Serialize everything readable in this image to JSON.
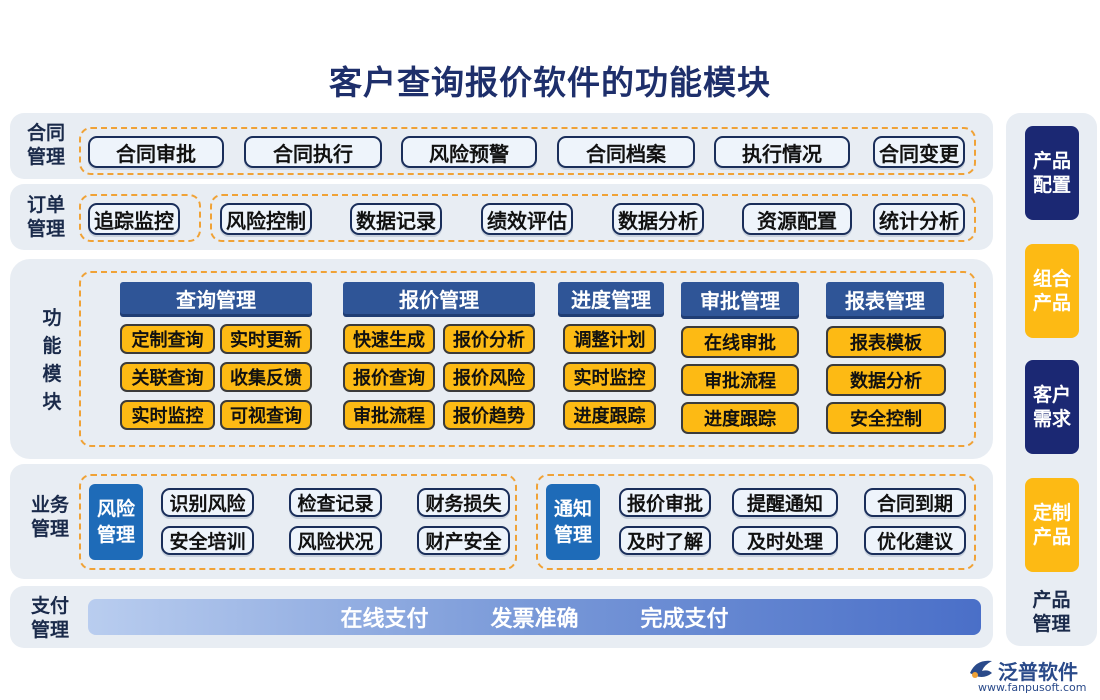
{
  "title": "客户查询报价软件的功能模块",
  "rows": {
    "contract": {
      "label": "合同\n管理",
      "items": [
        "合同审批",
        "合同执行",
        "风险预警",
        "合同档案",
        "执行情况",
        "合同变更"
      ]
    },
    "order": {
      "label": "订单\n管理",
      "first": "追踪监控",
      "items": [
        "风险控制",
        "数据记录",
        "绩效评估",
        "数据分析",
        "资源配置",
        "统计分析"
      ]
    },
    "function": {
      "label": "功\n能\n模\n块",
      "groups": [
        {
          "head": "查询管理",
          "items": [
            "定制查询",
            "实时更新",
            "关联查询",
            "收集反馈",
            "实时监控",
            "可视查询"
          ]
        },
        {
          "head": "报价管理",
          "items": [
            "快速生成",
            "报价分析",
            "报价查询",
            "报价风险",
            "审批流程",
            "报价趋势"
          ]
        },
        {
          "head": "进度管理",
          "items": [
            "调整计划",
            "实时监控",
            "进度跟踪"
          ]
        },
        {
          "head": "审批管理",
          "items": [
            "在线审批",
            "审批流程",
            "进度跟踪"
          ]
        },
        {
          "head": "报表管理",
          "items": [
            "报表模板",
            "数据分析",
            "安全控制"
          ]
        }
      ]
    },
    "business": {
      "label": "业务\n管理",
      "risk": {
        "head": "风险\n管理",
        "items": [
          "识别风险",
          "检查记录",
          "财务损失",
          "安全培训",
          "风险状况",
          "财产安全"
        ]
      },
      "notice": {
        "head": "通知\n管理",
        "items": [
          "报价审批",
          "提醒通知",
          "合同到期",
          "及时了解",
          "及时处理",
          "优化建议"
        ]
      }
    },
    "payment": {
      "label": "支付\n管理",
      "items": [
        "在线支付",
        "发票准确",
        "完成支付"
      ]
    }
  },
  "side": {
    "items": [
      "产品\n配置",
      "组合\n产品",
      "客户\n需求",
      "定制\n产品"
    ],
    "label": "产品\n管理"
  },
  "logo": {
    "name": "泛普软件",
    "url": "www.fanpusoft.com"
  },
  "colors": {
    "navy": "#1b2873",
    "amber": "#fdba14",
    "head_blue": "#2f5597",
    "dash_orange": "#f0a236"
  }
}
